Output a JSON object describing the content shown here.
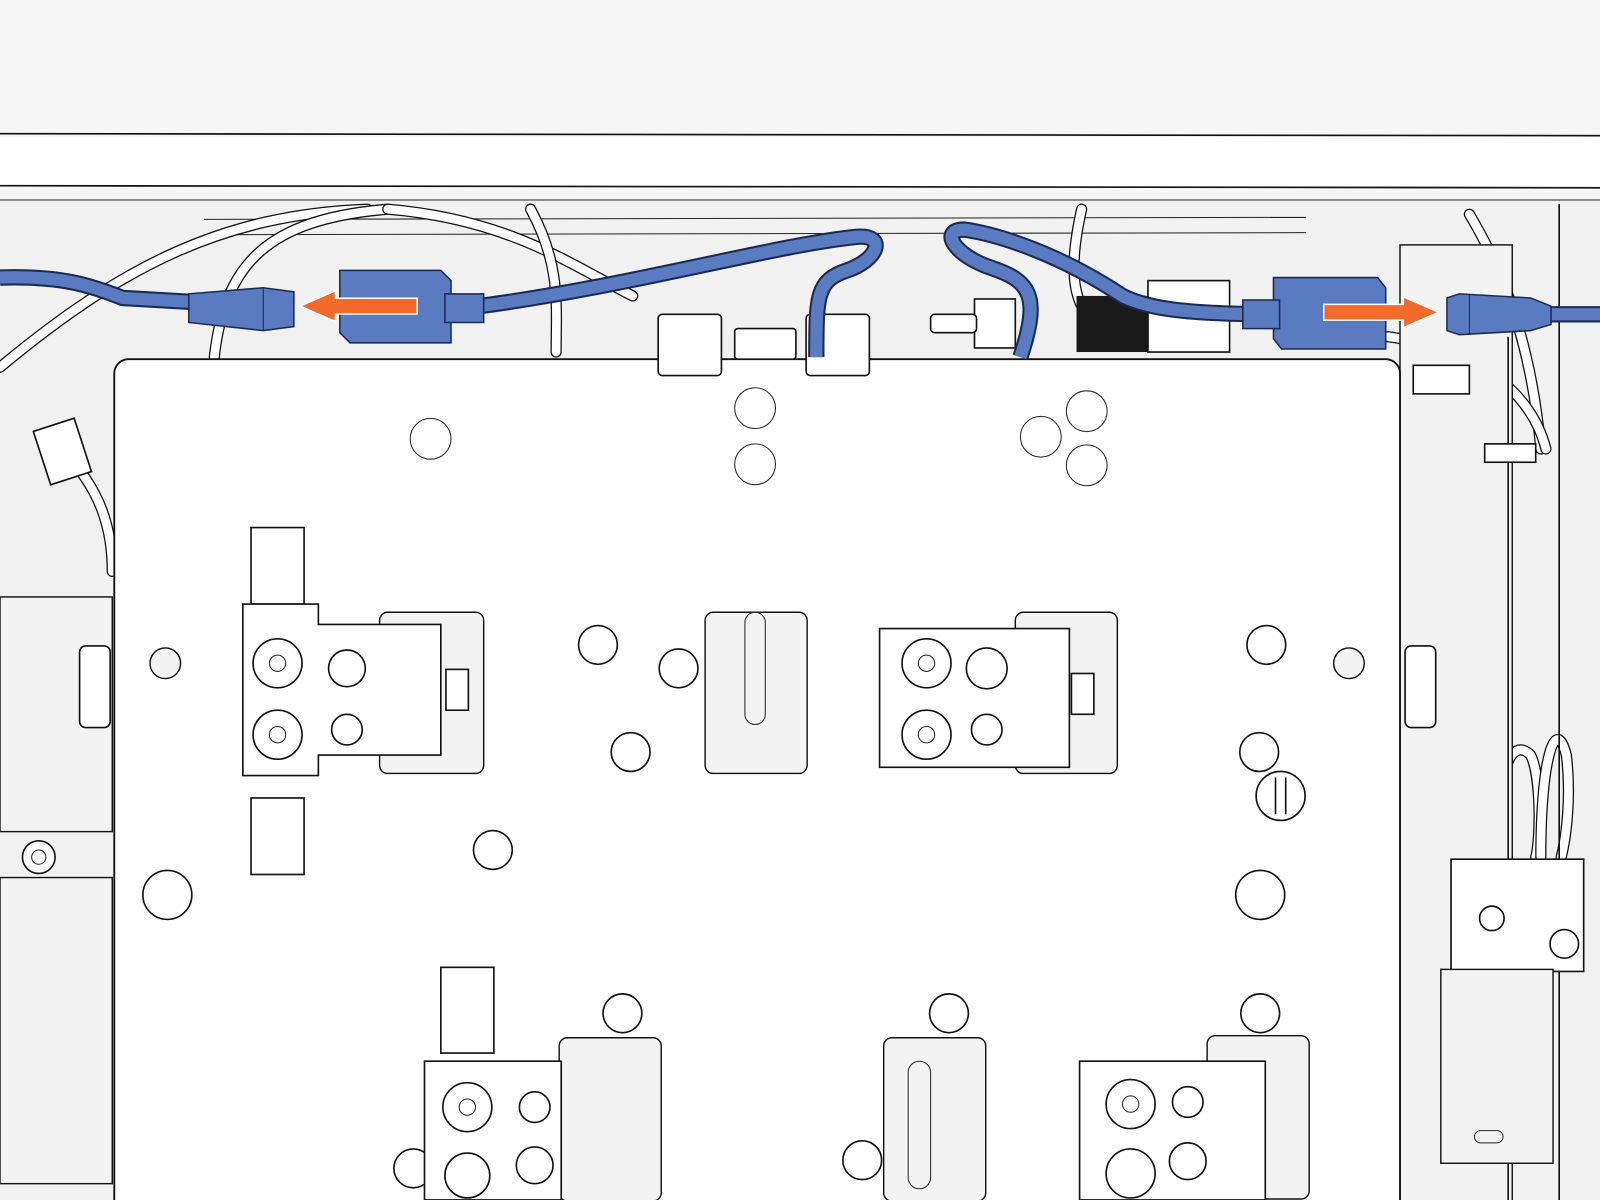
{
  "diagram": {
    "colors": {
      "cable": "#5a7bc0",
      "cable_outline": "#1b2a55",
      "arrow": "#f26a2a",
      "panel": "#ffffff",
      "background": "#f6f6f6"
    },
    "arrows": [
      {
        "direction": "left",
        "meaning": "disconnect-left-connector"
      },
      {
        "direction": "right",
        "meaning": "disconnect-right-connector"
      }
    ],
    "icons": [
      "connector",
      "hex-bolt",
      "screw",
      "cable-clip",
      "bracket"
    ]
  }
}
